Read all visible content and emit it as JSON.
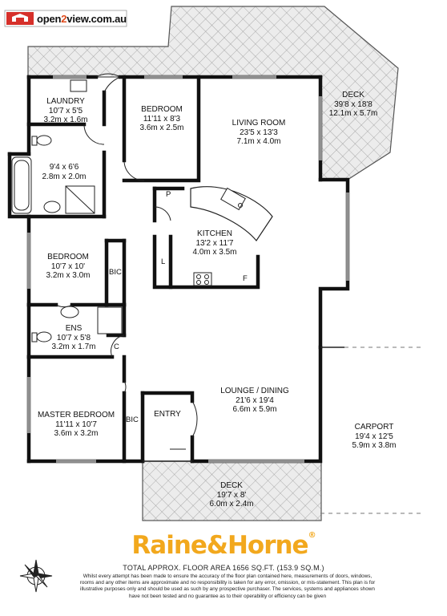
{
  "header": {
    "site_prefix": "open",
    "site_two": "2",
    "site_suffix": "view.com.au"
  },
  "rooms": {
    "laundry": {
      "name": "LAUNDRY",
      "imperial": "10'7 x 5'5",
      "metric": "3.2m x 1.6m"
    },
    "bedroom1": {
      "name": "BEDROOM",
      "imperial": "11'11 x 8'3",
      "metric": "3.6m x 2.5m"
    },
    "living": {
      "name": "LIVING ROOM",
      "imperial": "23'5 x 13'3",
      "metric": "7.1m x 4.0m"
    },
    "deck_top": {
      "name": "DECK",
      "imperial": "39'8 x 18'8",
      "metric": "12.1m x 5.7m"
    },
    "bath": {
      "imperial": "9'4 x 6'6",
      "metric": "2.8m x 2.0m"
    },
    "kitchen": {
      "name": "KITCHEN",
      "imperial": "13'2 x 11'7",
      "metric": "4.0m x 3.5m"
    },
    "bedroom2": {
      "name": "BEDROOM",
      "imperial": "10'7 x 10'",
      "metric": "3.2m x 3.0m"
    },
    "ens": {
      "name": "ENS",
      "imperial": "10'7 x 5'8",
      "metric": "3.2m x 1.7m"
    },
    "lounge": {
      "name": "LOUNGE / DINING",
      "imperial": "21'6 x 19'4",
      "metric": "6.6m x 5.9m"
    },
    "master": {
      "name": "MASTER BEDROOM",
      "imperial": "11'11 x 10'7",
      "metric": "3.6m x 3.2m"
    },
    "entry": {
      "name": "ENTRY"
    },
    "carport": {
      "name": "CARPORT",
      "imperial": "19'4 x 12'5",
      "metric": "5.9m x 3.8m"
    },
    "deck_bottom": {
      "name": "DECK",
      "imperial": "19'7 x 8'",
      "metric": "6.0m x 2.4m"
    }
  },
  "small_labels": {
    "pantry": "P",
    "linen": "L",
    "fridge": "F",
    "bic1": "BIC",
    "bic2": "BIC",
    "cupboard": "C"
  },
  "footer": {
    "brand": "Raine&Horne",
    "brand_mark": "®",
    "area": "TOTAL APPROX. FLOOR AREA 1656 SQ.FT. (153.9 SQ.M.)",
    "disclaimer": "Whilst every attempt has been made to ensure the accuracy of the floor plan contained here, measurements of doors, windows, rooms and any other items are approximate and no responsibility is taken for any error, omission, or mis-statement. This plan is for illustrative purposes only and should be used as such by any prospective purchaser. The services, systems and appliances shown have not been tested and no guarantee as to their operability or efficiency can be given"
  },
  "colors": {
    "brand": "#f2a81d",
    "wall": "#111111",
    "hatch": "#b8b8b8",
    "logo_accent": "#e04a1b"
  }
}
